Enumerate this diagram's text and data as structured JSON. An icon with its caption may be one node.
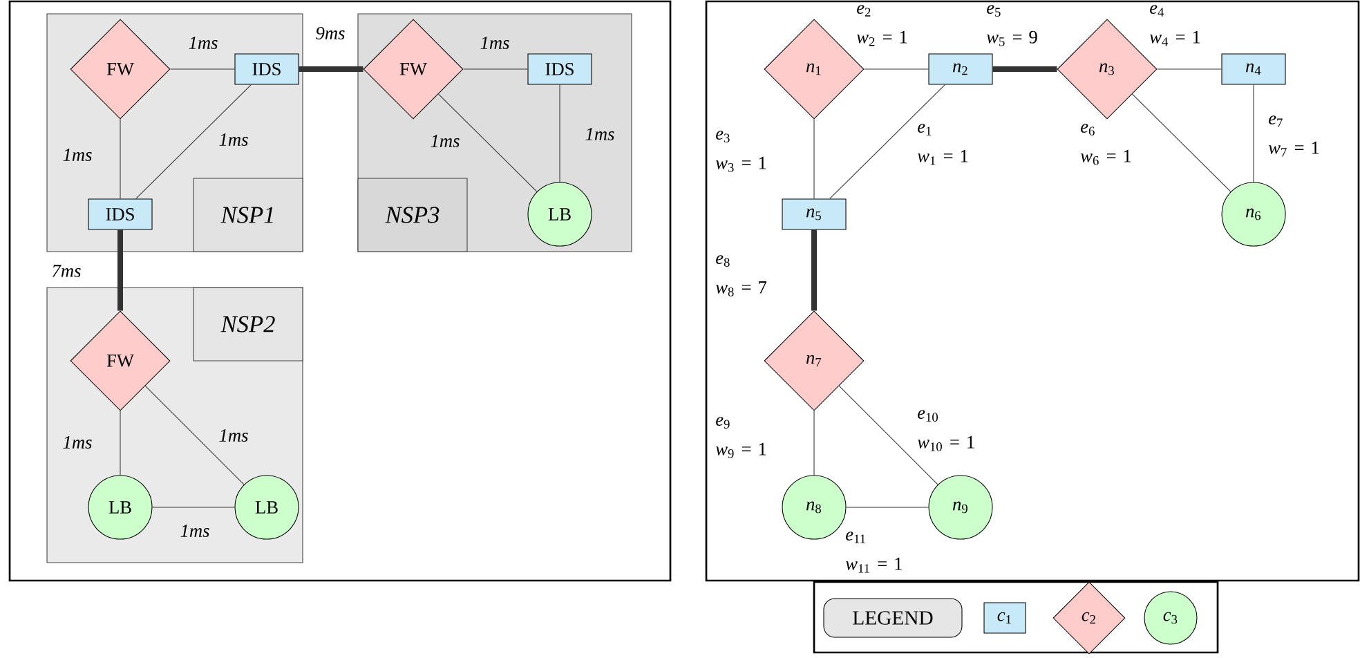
{
  "diagram": {
    "nodes": [
      {
        "text": [],
        "shape": "box"
      },
      {
        "text": [
          "FW"
        ],
        "in": 0
      },
      {
        "text": [
          "IDS"
        ],
        "in": 0
      },
      {
        "text": [
          "IDS"
        ],
        "in": 0
      },
      {
        "text": [
          "NSP1"
        ],
        "in": 0
      },
      {
        "text": [],
        "shape": "box"
      },
      {
        "text": [
          "FW"
        ],
        "in": 5
      },
      {
        "text": [
          "IDS"
        ],
        "in": 5
      },
      {
        "text": [
          "LB"
        ],
        "in": 5
      },
      {
        "text": [
          "NSP3"
        ],
        "in": 5
      },
      {
        "text": [],
        "shape": "box"
      },
      {
        "text": [
          "NSP2"
        ],
        "in": 10
      },
      {
        "text": [
          "FW"
        ],
        "in": 10
      },
      {
        "text": [
          "LB"
        ],
        "in": 10
      },
      {
        "text": [
          "LB"
        ],
        "in": 10
      },
      {
        "text": [
          "*n*$_{1}$"
        ]
      },
      {
        "text": [
          "*n*$_{2}$"
        ]
      },
      {
        "text": [
          "*n*$_{3}$"
        ]
      },
      {
        "text": [
          "*n*$_{4}$"
        ]
      },
      {
        "text": [
          "*n*$_{5}$"
        ]
      },
      {
        "text": [
          "*n*$_{6}$"
        ]
      },
      {
        "text": [
          "*n*$_{7}$"
        ]
      },
      {
        "text": [
          "*n*$_{8}$"
        ]
      },
      {
        "text": [
          "*n*$_{9}$"
        ]
      }
    ],
    "edges": [
      {
        "from": 1,
        "to": 2,
        "arrow": "none",
        "label": "1ms"
      },
      {
        "from": 1,
        "to": 3,
        "arrow": "none",
        "label": "1ms"
      },
      {
        "from": 2,
        "to": 3,
        "arrow": "none",
        "label": "1ms"
      },
      {
        "from": 2,
        "to": 6,
        "arrow": "none",
        "label": "9ms",
        "style": "thick"
      },
      {
        "from": 6,
        "to": 7,
        "arrow": "none",
        "label": "1ms"
      },
      {
        "from": 6,
        "to": 8,
        "arrow": "none",
        "label": "1ms"
      },
      {
        "from": 7,
        "to": 8,
        "arrow": "none",
        "label": "1ms"
      },
      {
        "from": 3,
        "to": 12,
        "arrow": "none",
        "label": "7ms",
        "style": "thick"
      },
      {
        "from": 12,
        "to": 13,
        "arrow": "none",
        "label": "1ms"
      },
      {
        "from": 12,
        "to": 14,
        "arrow": "none",
        "label": "1ms"
      },
      {
        "from": 13,
        "to": 14,
        "arrow": "none",
        "label": "1ms"
      },
      {
        "from": 16,
        "to": 19,
        "arrow": "none",
        "label": "*e*$_{1}$ *w*$_{1}$ = 1"
      },
      {
        "from": 15,
        "to": 16,
        "arrow": "none",
        "label": "*e*$_{2}$ *w*$_{2}$ = 1"
      },
      {
        "from": 15,
        "to": 19,
        "arrow": "none",
        "label": "*e*$_{3}$ *w*$_{3}$ = 1"
      },
      {
        "from": 17,
        "to": 18,
        "arrow": "none",
        "label": "*e*$_{4}$ *w*$_{4}$ = 1"
      },
      {
        "from": 16,
        "to": 17,
        "arrow": "none",
        "label": "*e*$_{5}$ *w*$_{5}$ = 9",
        "style": "thick"
      },
      {
        "from": 17,
        "to": 20,
        "arrow": "none",
        "label": "*e*$_{6}$ *w*$_{6}$ = 1"
      },
      {
        "from": 18,
        "to": 20,
        "arrow": "none",
        "label": "*e*$_{7}$ *w*$_{7}$ = 1"
      },
      {
        "from": 19,
        "to": 21,
        "arrow": "none",
        "label": "*e*$_{8}$ *w*$_{8}$ = 7",
        "style": "thick"
      },
      {
        "from": 21,
        "to": 22,
        "arrow": "none",
        "label": "*e*$_{9}$ *w*$_{9}$ = 1"
      },
      {
        "from": 21,
        "to": 23,
        "arrow": "none",
        "label": "*e*$_{10}$ *w*$_{10}$ = 1"
      },
      {
        "from": 22,
        "to": 23,
        "arrow": "none",
        "label": "*e*$_{11}$ *w*$_{11}$ = 1"
      }
    ],
    "labels": [
      "LEGEND"
    ],
    "legend": [
      {
        "text": "*c*$_{1}$",
        "color": "#c8e9f8"
      },
      {
        "text": "*c*$_{2}$",
        "color": "#ffcccc"
      },
      {
        "text": "*c*$_{3}$",
        "color": "#ccffcc"
      }
    ]
  }
}
